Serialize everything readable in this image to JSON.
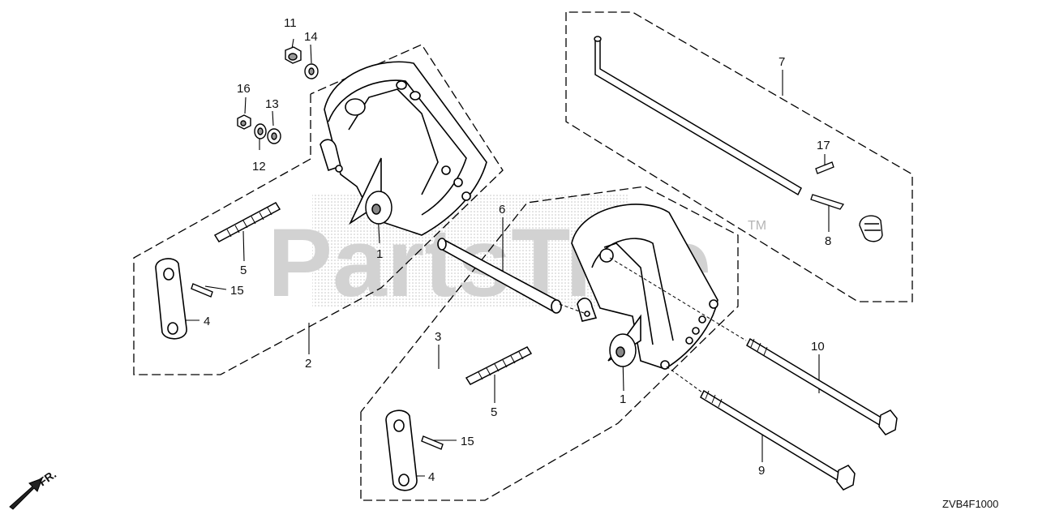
{
  "diagram": {
    "code": "ZVB4F1000",
    "direction_label": "FR.",
    "watermark": {
      "text": "PartsTree",
      "mark": "TM"
    },
    "callouts": [
      {
        "id": "c11a",
        "text": "11"
      },
      {
        "id": "c14a",
        "text": "14"
      },
      {
        "id": "c16a",
        "text": "16"
      },
      {
        "id": "c13a",
        "text": "13"
      },
      {
        "id": "c12a",
        "text": "12"
      },
      {
        "id": "c1a",
        "text": "1"
      },
      {
        "id": "c5a",
        "text": "5"
      },
      {
        "id": "c15a",
        "text": "15"
      },
      {
        "id": "c4a",
        "text": "4"
      },
      {
        "id": "c2a",
        "text": "2"
      },
      {
        "id": "c6a",
        "text": "6"
      },
      {
        "id": "c3a",
        "text": "3"
      },
      {
        "id": "c5b",
        "text": "5"
      },
      {
        "id": "c1b",
        "text": "1"
      },
      {
        "id": "c15b",
        "text": "15"
      },
      {
        "id": "c4b",
        "text": "4"
      },
      {
        "id": "c7a",
        "text": "7"
      },
      {
        "id": "c17a",
        "text": "17"
      },
      {
        "id": "c8a",
        "text": "8"
      },
      {
        "id": "c10a",
        "text": "10"
      },
      {
        "id": "c9a",
        "text": "9"
      }
    ]
  }
}
